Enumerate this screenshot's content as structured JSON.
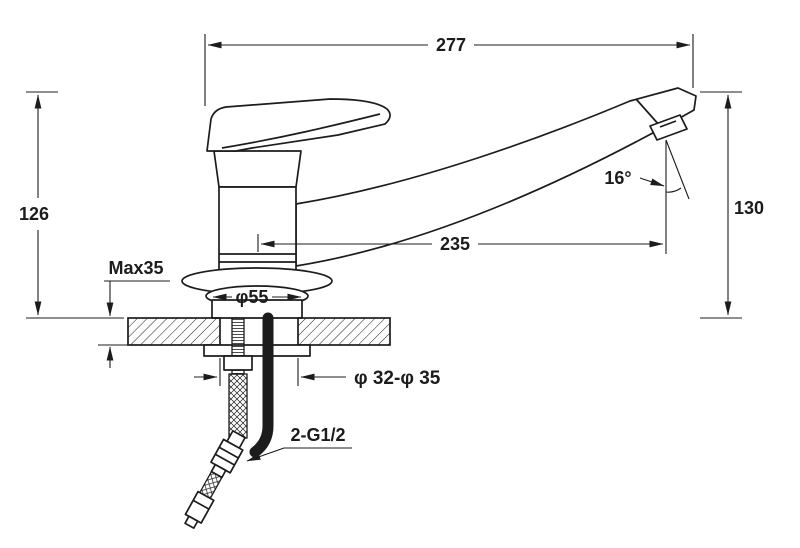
{
  "colors": {
    "line": "#1c1c1c",
    "background": "#ffffff"
  },
  "labels": {
    "overall_width": "277",
    "body_height": "126",
    "spout_height": "130",
    "spout_reach": "235",
    "aerator_angle": "16°",
    "max_deck_thickness": "Max35",
    "base_diameter": "φ55",
    "mounting_hole": "φ 32-φ 35",
    "hose_connection": "2-G1/2"
  }
}
